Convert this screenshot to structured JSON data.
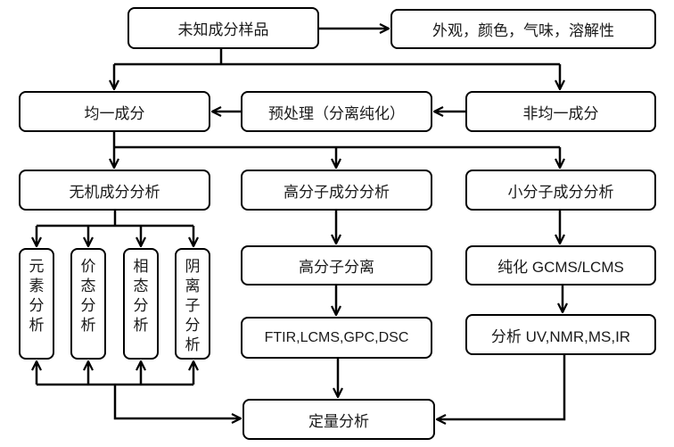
{
  "diagram": {
    "type": "flowchart",
    "nodes": {
      "unknown_sample": "未知成分样品",
      "appearance": "外观，颜色，气味，溶解性",
      "homogeneous": "均一成分",
      "pretreatment": "预处理（分离纯化）",
      "heterogeneous": "非均一成分",
      "inorganic": "无机成分分析",
      "polymer": "高分子成分分析",
      "small_molecule": "小分子成分分析",
      "element": [
        "元",
        "素",
        "分",
        "析"
      ],
      "valence": [
        "价",
        "态",
        "分",
        "析"
      ],
      "phase": [
        "相",
        "态",
        "分",
        "析"
      ],
      "anion": [
        "阴",
        "离",
        "子",
        "分",
        "析"
      ],
      "polymer_separation": "高分子分离",
      "polymer_methods": "FTIR,LCMS,GPC,DSC",
      "purification": "纯化 GCMS/LCMS",
      "small_methods": "分析 UV,NMR,MS,IR",
      "quantitative": "定量分析"
    },
    "edges": [
      [
        "unknown_sample",
        "appearance"
      ],
      [
        "unknown_sample",
        "homogeneous"
      ],
      [
        "unknown_sample",
        "heterogeneous"
      ],
      [
        "heterogeneous",
        "pretreatment"
      ],
      [
        "pretreatment",
        "homogeneous"
      ],
      [
        "homogeneous",
        "inorganic"
      ],
      [
        "homogeneous",
        "polymer"
      ],
      [
        "homogeneous",
        "small_molecule"
      ],
      [
        "inorganic",
        "element"
      ],
      [
        "inorganic",
        "valence"
      ],
      [
        "inorganic",
        "phase"
      ],
      [
        "inorganic",
        "anion"
      ],
      [
        "quantitative",
        "element"
      ],
      [
        "quantitative",
        "valence"
      ],
      [
        "quantitative",
        "phase"
      ],
      [
        "quantitative",
        "anion"
      ],
      [
        "polymer",
        "polymer_separation"
      ],
      [
        "polymer_separation",
        "polymer_methods"
      ],
      [
        "polymer_methods",
        "quantitative"
      ],
      [
        "small_molecule",
        "purification"
      ],
      [
        "purification",
        "small_methods"
      ],
      [
        "small_methods",
        "quantitative"
      ]
    ]
  }
}
